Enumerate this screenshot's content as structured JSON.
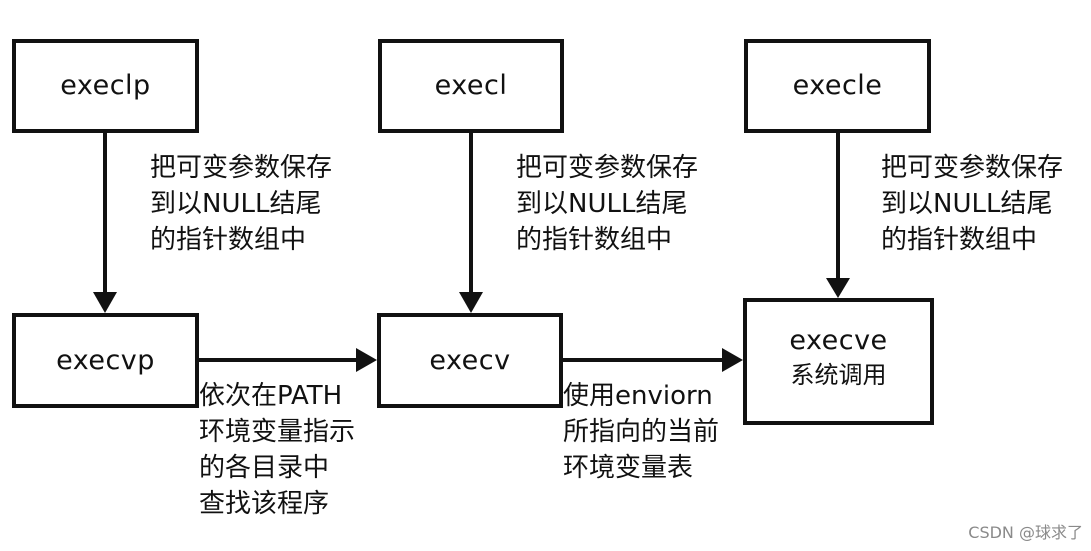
{
  "boxes": {
    "execlp": {
      "label": "execlp"
    },
    "execl": {
      "label": "execl"
    },
    "execle": {
      "label": "execle"
    },
    "execvp": {
      "label": "execvp"
    },
    "execv": {
      "label": "execv"
    },
    "execve": {
      "label": "execve",
      "sublabel": "系统调用"
    }
  },
  "notes": {
    "execlp_to_execvp": "把可变参数保存\n到以NULL结尾\n的指针数组中",
    "execl_to_execv": "把可变参数保存\n到以NULL结尾\n的指针数组中",
    "execle_to_execve": "把可变参数保存\n到以NULL结尾\n的指针数组中",
    "execvp_to_execv": "依次在PATH\n环境变量指示\n的各目录中\n查找该程序",
    "execv_to_execve": "使用enviorn\n所指向的当前\n环境变量表"
  },
  "watermark": "CSDN @球求了"
}
